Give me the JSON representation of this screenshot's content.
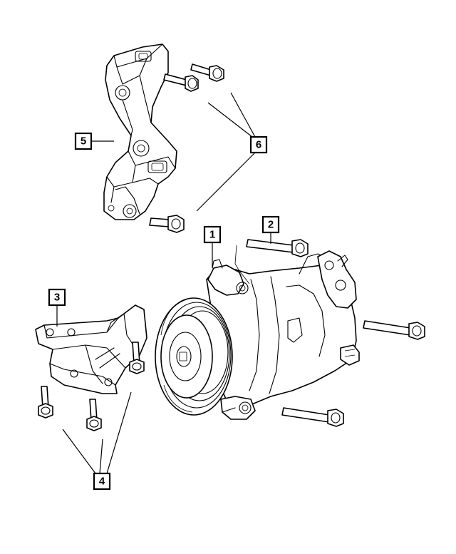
{
  "callouts": {
    "c1": "1",
    "c2": "2",
    "c3": "3",
    "c4": "4",
    "c5": "5",
    "c6": "6"
  },
  "parts": {
    "compressor": "compressor-assembly",
    "compressor_bolt": "bolt",
    "mounting_bracket": "mounting-bracket",
    "mounting_bolts": "bolt",
    "upper_bracket": "upper-bracket",
    "upper_bracket_bolts": "bolt"
  }
}
